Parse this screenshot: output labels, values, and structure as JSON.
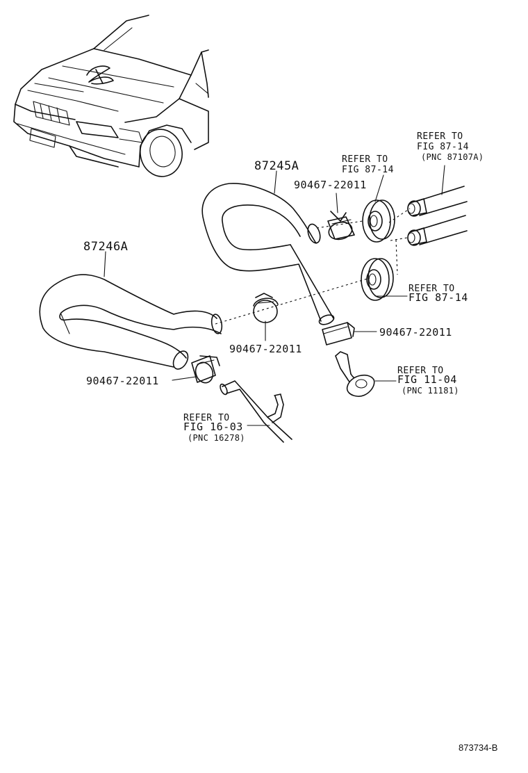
{
  "labels": {
    "hose_upper": "87245A",
    "hose_lower": "87246A",
    "clamp_top": "90467-22011",
    "clamp_middle": "90467-22011",
    "clamp_right": "90467-22011",
    "clamp_left": "90467-22011"
  },
  "references": {
    "pipes_top_right": {
      "line1": "REFER TO",
      "line2": "FIG 87-14",
      "line3": "(PNC 87107A)"
    },
    "grommet_top": {
      "line1": "REFER TO",
      "line2": "FIG 87-14"
    },
    "grommet_middle": {
      "line1": "REFER TO",
      "line2": "FIG 87-14"
    },
    "water_outlet": {
      "line1": "REFER TO",
      "line2": "FIG 11-04",
      "line3": "(PNC 11181)"
    },
    "water_pipe": {
      "line1": "REFER TO",
      "line2": "FIG 16-03",
      "line3": "(PNC 16278)"
    }
  },
  "footer": {
    "figure_code": "873734-B"
  }
}
